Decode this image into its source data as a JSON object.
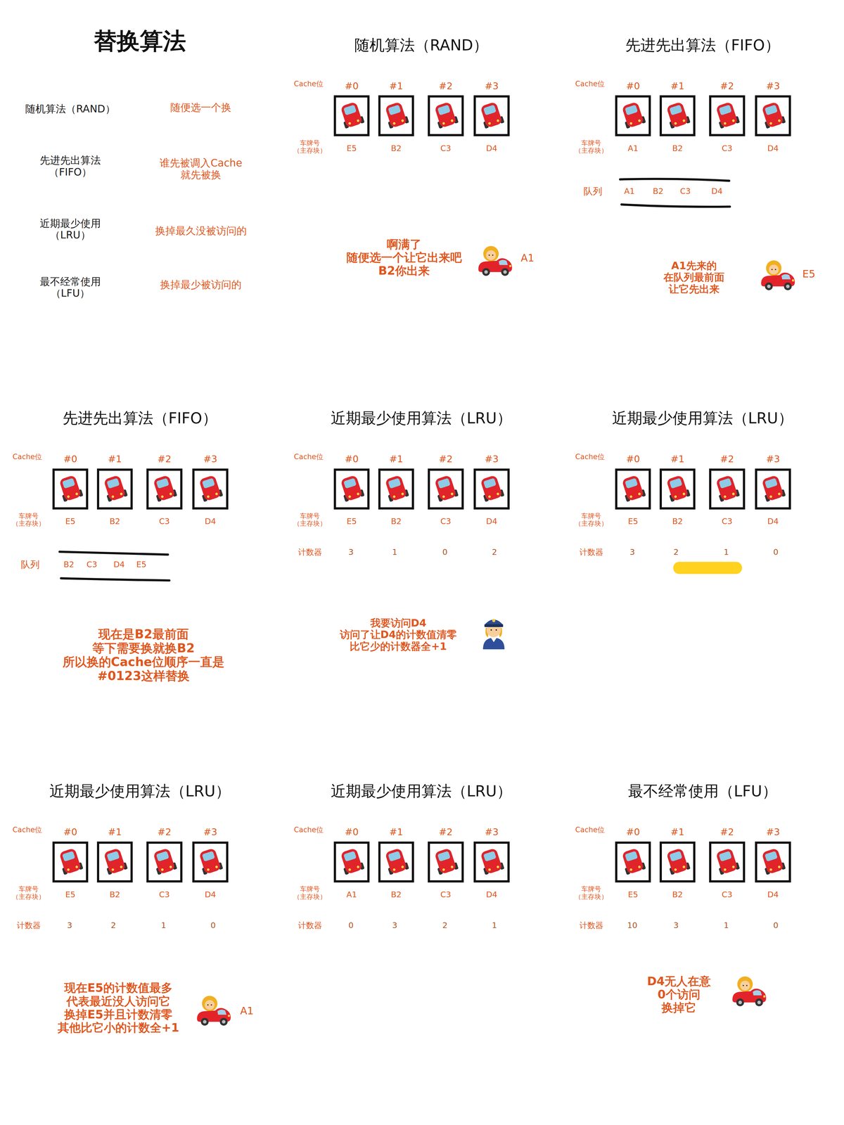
{
  "diagram": {
    "title": "替换算法",
    "nodes": [
      {
        "text": [
          "#0",
          "E5"
        ]
      },
      {
        "text": [
          "#1",
          "B2"
        ]
      },
      {
        "text": [
          "#2",
          "C3"
        ]
      },
      {
        "text": [
          "#3",
          "D4"
        ]
      },
      {
        "text": [
          "#0",
          "A1"
        ]
      },
      {
        "text": [
          "#1",
          "B2"
        ]
      },
      {
        "text": [
          "#2",
          "C3"
        ]
      },
      {
        "text": [
          "#3",
          "D4"
        ]
      },
      {
        "text": [
          "#0",
          "E5"
        ]
      },
      {
        "text": [
          "#1",
          "B2"
        ]
      },
      {
        "text": [
          "#2",
          "C3"
        ]
      },
      {
        "text": [
          "#3",
          "D4"
        ]
      },
      {
        "text": [
          "#0",
          "E5"
        ]
      },
      {
        "text": [
          "#1",
          "B2"
        ]
      },
      {
        "text": [
          "#2",
          "C3"
        ]
      },
      {
        "text": [
          "#3",
          "D4"
        ]
      },
      {
        "text": [
          "#0",
          "E5"
        ]
      },
      {
        "text": [
          "#1",
          "B2"
        ]
      },
      {
        "text": [
          "#2",
          "C3"
        ]
      },
      {
        "text": [
          "#3",
          "D4"
        ]
      },
      {
        "text": [
          "#0",
          "E5"
        ]
      },
      {
        "text": [
          "#1",
          "B2"
        ]
      },
      {
        "text": [
          "#2",
          "C3"
        ]
      },
      {
        "text": [
          "#3",
          "D4"
        ]
      },
      {
        "text": [
          "#0",
          "A1"
        ]
      },
      {
        "text": [
          "#1",
          "B2"
        ]
      },
      {
        "text": [
          "#2",
          "C3"
        ]
      },
      {
        "text": [
          "#3",
          "D4"
        ]
      },
      {
        "text": [
          "#0",
          "E5"
        ]
      },
      {
        "text": [
          "#1",
          "B2"
        ]
      },
      {
        "text": [
          "#2",
          "C3"
        ]
      },
      {
        "text": [
          "#3",
          "D4"
        ]
      }
    ],
    "labels": [
      "随机算法（RAND）",
      "随便选一个换",
      "先进先出算法 （FIFO）",
      "谁先被调入Cache 就先被换",
      "近期最少使用 （LRU）",
      "换掉最久没被访问的",
      "最不经常使用 （LFU）",
      "换掉最少被访问的",
      "随机算法（RAND）",
      "Cache位",
      "车牌号 （主存块）",
      "啊满了 随便选一个让它出来吧 B2你出来",
      "A1",
      "先进先出算法（FIFO）",
      "Cache位",
      "车牌号 （主存块）",
      "队列",
      "A1",
      "B2",
      "C3",
      "D4",
      "A1先来的 在队列最前面 让它先出来",
      "E5",
      "先进先出算法（FIFO）",
      "Cache位",
      "车牌号 （主存块）",
      "队列",
      "B2",
      "C3",
      "D4",
      "E5",
      "现在是B2最前面 等下需要换就换B2 所以换的Cache位顺序一直是 #0123这样替换",
      "近期最少使用算法（LRU）",
      "Cache位",
      "车牌号 （主存块）",
      "计数器",
      "3",
      "1",
      "0",
      "2",
      "我要访问D4 访问了让D4的计数值清零 比它少的计数器全+1",
      "近期最少使用算法（LRU）",
      "Cache位",
      "车牌号 （主存块）",
      "计数器",
      "3",
      "2",
      "1",
      "0",
      "近期最少使用算法（LRU）",
      "Cache位",
      "车牌号 （主存块）",
      "计数器",
      "3",
      "2",
      "1",
      "0",
      "现在E5的计数值最多 代表最近没人访问它 换掉E5并且计数清零 其他比它小的计数全+1",
      "A1",
      "近期最少使用算法（LRU）",
      "Cache位",
      "车牌号 （主存块）",
      "计数器",
      "0",
      "3",
      "2",
      "1",
      "最不经常使用（LFU）",
      "Cache位",
      "车牌号 （主存块）",
      "计数器",
      "10",
      "3",
      "1",
      "0",
      "D4无人在意 0个访问 换掉它"
    ]
  }
}
